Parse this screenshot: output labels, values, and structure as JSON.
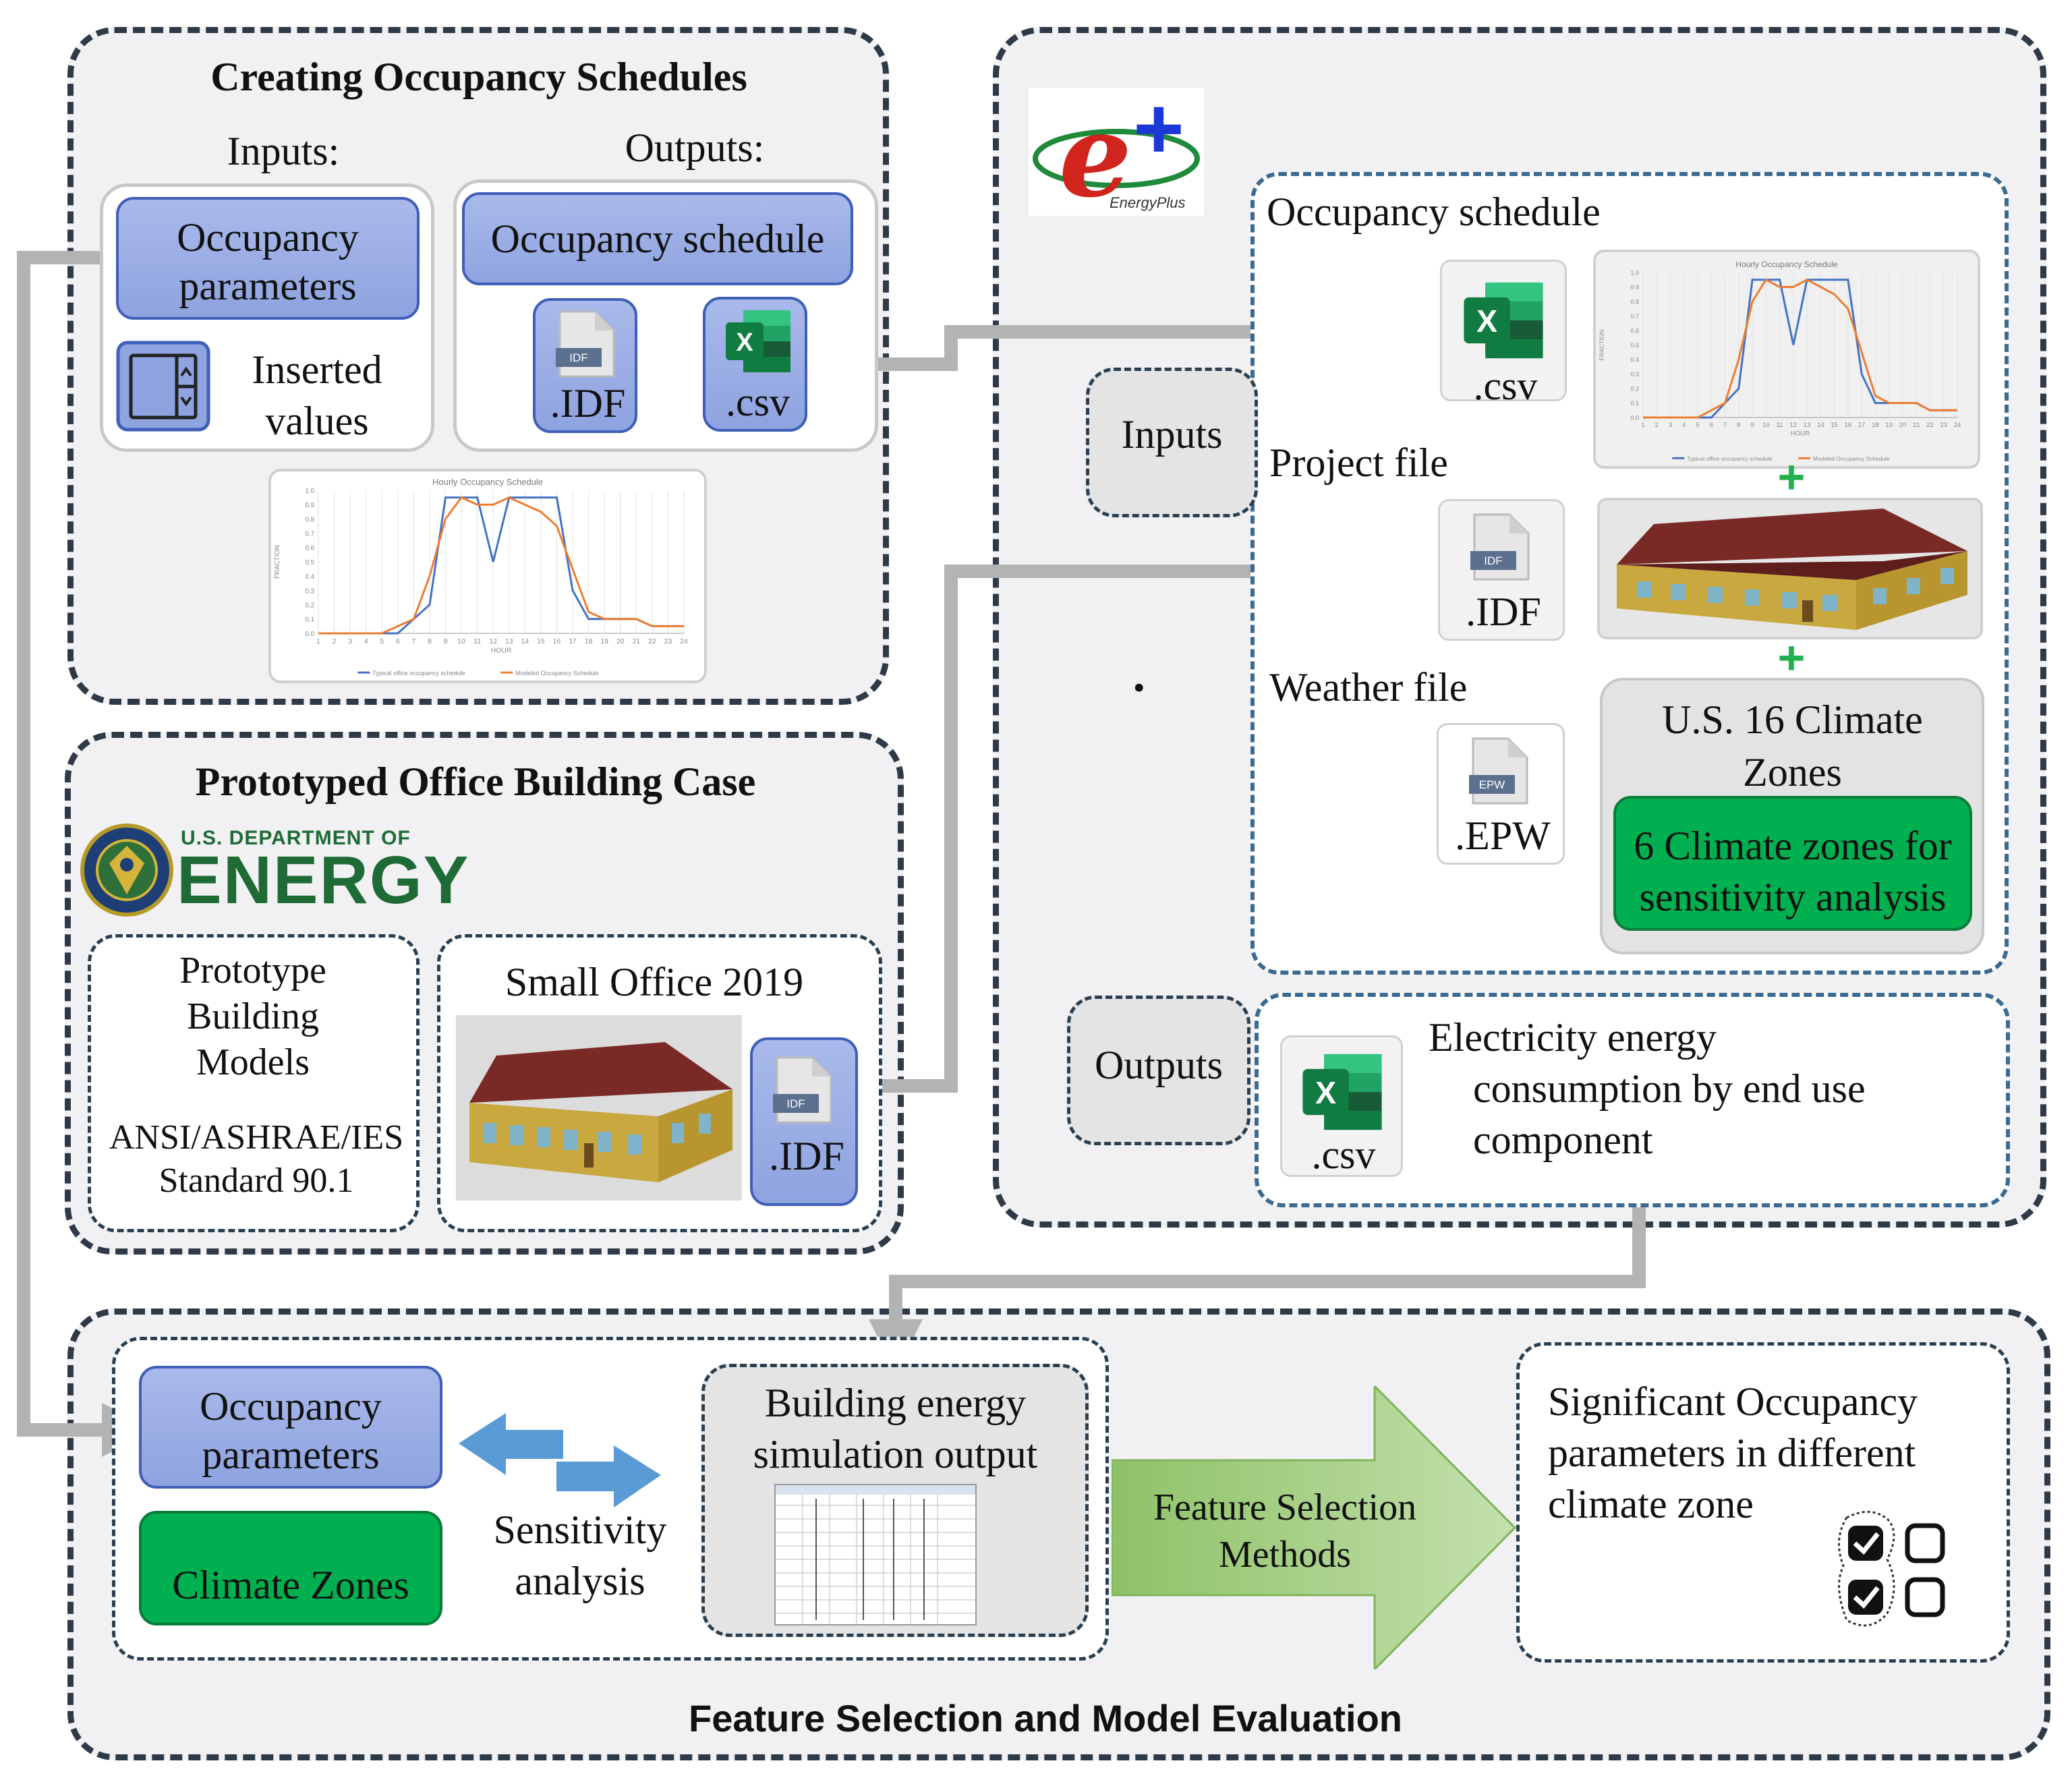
{
  "colors": {
    "panel": "#f1f1f3",
    "blue_box": "#8ea3e0",
    "green_box": "#00b050",
    "arrow": "#b3b3b3",
    "excel": "#1d7a44",
    "big_arrow": "#a8d08d"
  },
  "creating": {
    "title": "Creating Occupancy Schedules",
    "inputs_label": "Inputs:",
    "outputs_label": "Outputs:",
    "occ_params": [
      "Occupancy",
      "parameters"
    ],
    "inserted": [
      "Inserted",
      "values"
    ],
    "occ_schedule": "Occupancy schedule",
    "idf": ".IDF",
    "csv": ".csv",
    "chart_title": "Hourly Occupancy Schedule",
    "chart_ylabel": "FRACTION",
    "chart_xlabel": "HOUR",
    "legend": [
      "Typical office occupancy schedule",
      "Modeled Occupancy Schedule"
    ]
  },
  "chart_data": {
    "type": "line",
    "title": "Hourly Occupancy Schedule",
    "xlabel": "HOUR",
    "ylabel": "FRACTION",
    "ylim": [
      0,
      1
    ],
    "x": [
      1,
      2,
      3,
      4,
      5,
      6,
      7,
      8,
      9,
      10,
      11,
      12,
      13,
      14,
      15,
      16,
      17,
      18,
      19,
      20,
      21,
      22,
      23,
      24
    ],
    "series": [
      {
        "name": "Typical office occupancy schedule",
        "values": [
          0,
          0,
          0,
          0,
          0,
          0,
          0.1,
          0.2,
          0.95,
          0.95,
          0.95,
          0.5,
          0.95,
          0.95,
          0.95,
          0.95,
          0.3,
          0.1,
          0.1,
          0.1,
          0.1,
          0.05,
          0.05,
          0.05
        ]
      },
      {
        "name": "Modeled Occupancy Schedule",
        "values": [
          0,
          0,
          0,
          0,
          0,
          0.05,
          0.1,
          0.4,
          0.8,
          0.95,
          0.9,
          0.9,
          0.95,
          0.9,
          0.85,
          0.75,
          0.45,
          0.15,
          0.1,
          0.1,
          0.1,
          0.05,
          0.05,
          0.05
        ]
      }
    ]
  },
  "prototype": {
    "title": "Prototyped Office Building Case",
    "doe_top": "U.S. DEPARTMENT OF",
    "doe_main": "ENERGY",
    "models": [
      "Prototype",
      "Building",
      "Models"
    ],
    "standard": [
      "ANSI/ASHRAE/IES",
      "Standard 90.1"
    ],
    "small_office": "Small Office 2019",
    "idf": ".IDF",
    "idf_tag": "IDF"
  },
  "energyplus": {
    "logo_letter": "e",
    "logo_plus": "+",
    "logo_sub": "EnergyPlus",
    "inputs": "Inputs",
    "outputs": "Outputs",
    "occ_schedule": "Occupancy schedule",
    "csv": ".csv",
    "project_file": "Project file",
    "idf": ".IDF",
    "idf_tag": "IDF",
    "weather_file": "Weather file",
    "epw": ".EPW",
    "epw_tag": "EPW",
    "climate": [
      "U.S. 16 Climate",
      "Zones"
    ],
    "climate6": [
      "6 Climate zones for",
      "sensitivity analysis"
    ],
    "plus": "+",
    "dot": "•",
    "out_csv": ".csv",
    "out_text": [
      "Electricity energy",
      "consumption by end use",
      "component"
    ]
  },
  "feature": {
    "title": "Feature Selection and Model Evaluation",
    "occ_params": [
      "Occupancy",
      "parameters"
    ],
    "climate_zones": "Climate Zones",
    "sensitivity": [
      "Sensitivity",
      "analysis"
    ],
    "bes": [
      "Building energy",
      "simulation output"
    ],
    "methods": [
      "Feature Selection",
      "Methods"
    ],
    "significant": [
      "Significant Occupancy",
      "parameters in different",
      "climate zone"
    ]
  }
}
